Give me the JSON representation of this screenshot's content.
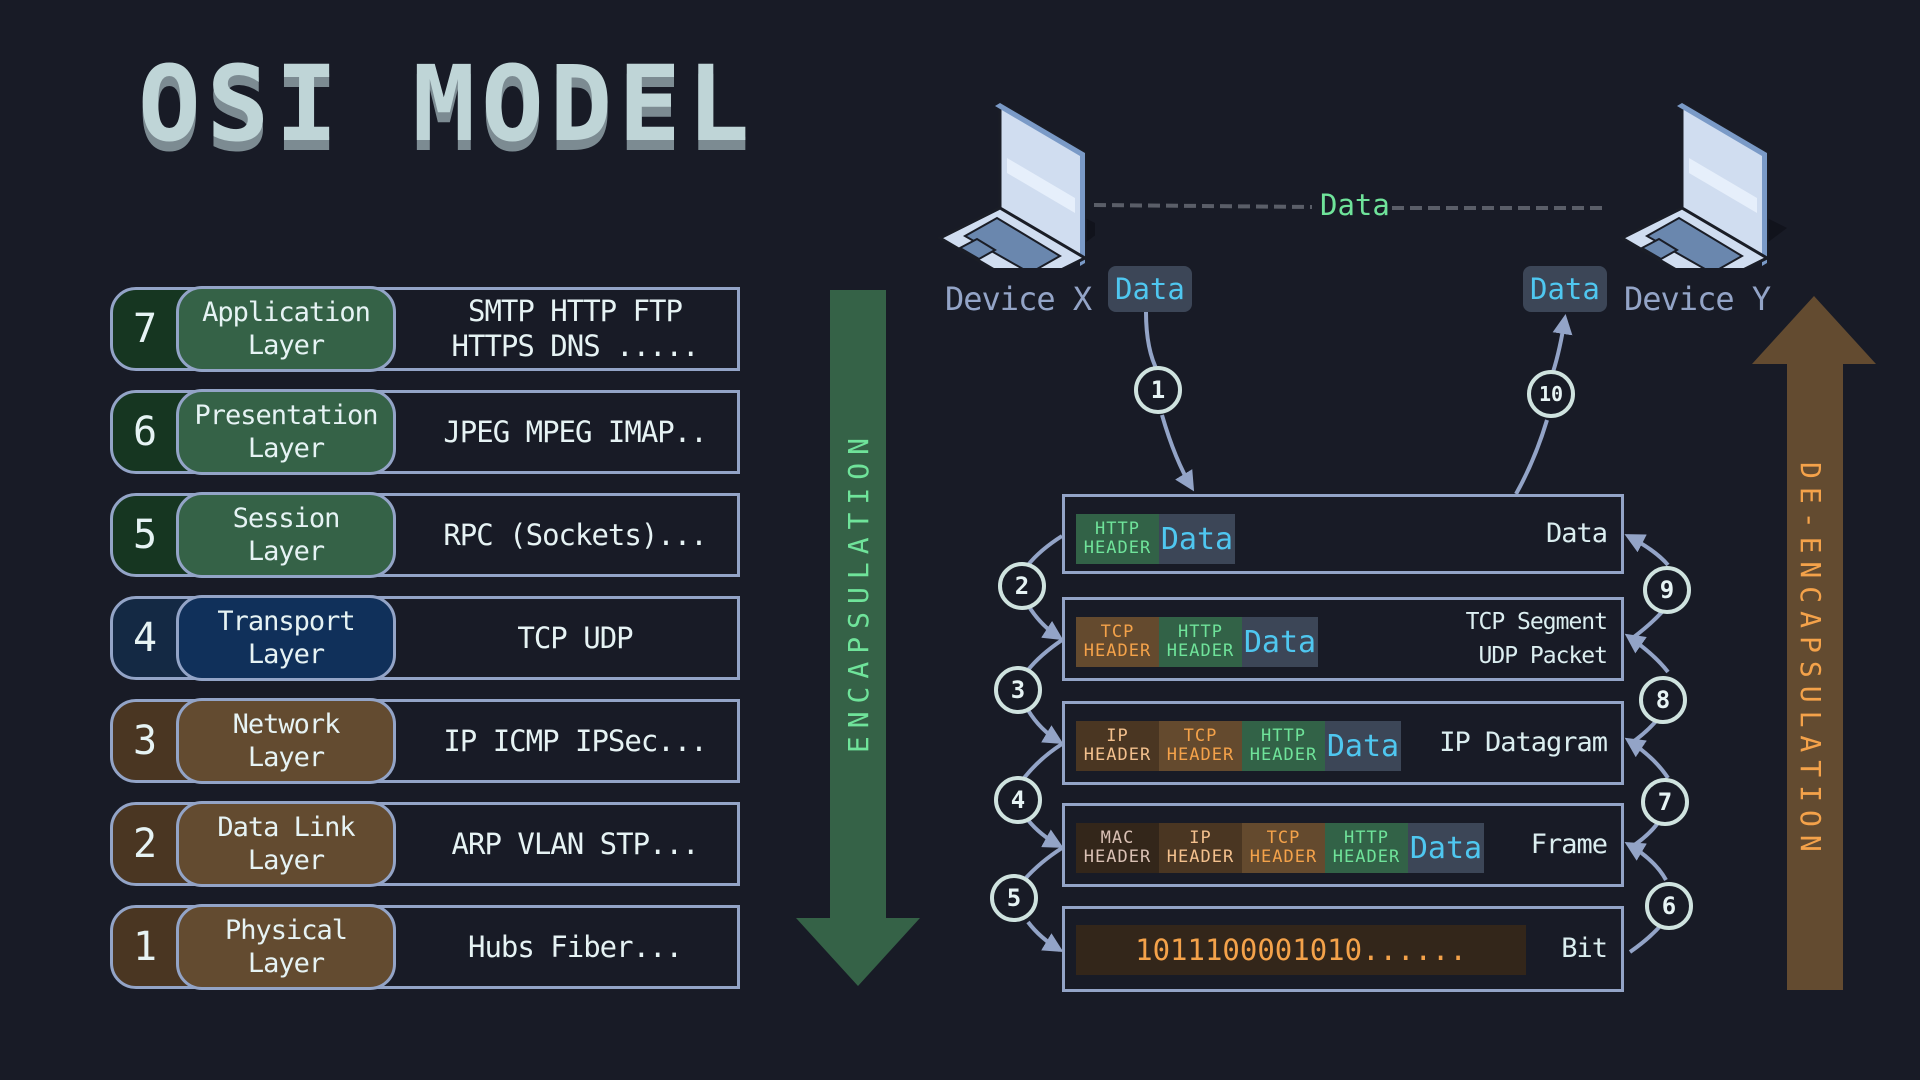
{
  "title": "OSI MODEL",
  "layers": [
    {
      "number": "7",
      "name_line1": "Application",
      "name_line2": "Layer",
      "protocols_line1": "SMTP HTTP FTP",
      "protocols_line2": "HTTPS DNS .....",
      "color_group": "green"
    },
    {
      "number": "6",
      "name_line1": "Presentation",
      "name_line2": "Layer",
      "protocols_line1": "JPEG MPEG IMAP..",
      "protocols_line2": "",
      "color_group": "green"
    },
    {
      "number": "5",
      "name_line1": "Session",
      "name_line2": "Layer",
      "protocols_line1": "RPC (Sockets)...",
      "protocols_line2": "",
      "color_group": "green"
    },
    {
      "number": "4",
      "name_line1": "Transport",
      "name_line2": "Layer",
      "protocols_line1": "TCP UDP",
      "protocols_line2": "",
      "color_group": "blue"
    },
    {
      "number": "3",
      "name_line1": "Network",
      "name_line2": "Layer",
      "protocols_line1": "IP ICMP IPSec...",
      "protocols_line2": "",
      "color_group": "brown"
    },
    {
      "number": "2",
      "name_line1": "Data Link",
      "name_line2": "Layer",
      "protocols_line1": "ARP VLAN STP...",
      "protocols_line2": "",
      "color_group": "brown"
    },
    {
      "number": "1",
      "name_line1": "Physical",
      "name_line2": "Layer",
      "protocols_line1": "Hubs Fiber...",
      "protocols_line2": "",
      "color_group": "brown"
    }
  ],
  "encapsulation_label": "ENCAPSULATION",
  "deencapsulation_label": "DE-ENCAPSULATION",
  "devices": {
    "x": {
      "label": "Device X",
      "data_chip": "Data"
    },
    "y": {
      "label": "Device Y",
      "data_chip": "Data"
    },
    "link_label": "Data"
  },
  "packets": [
    {
      "segments": [
        [
          "HTTP",
          "HEADER"
        ]
      ],
      "data": "Data",
      "pdu_line1": "Data",
      "pdu_line2": ""
    },
    {
      "segments": [
        [
          "TCP",
          "HEADER"
        ],
        [
          "HTTP",
          "HEADER"
        ]
      ],
      "data": "Data",
      "pdu_line1": "TCP Segment",
      "pdu_line2": "UDP Packet"
    },
    {
      "segments": [
        [
          "IP",
          "HEADER"
        ],
        [
          "TCP",
          "HEADER"
        ],
        [
          "HTTP",
          "HEADER"
        ]
      ],
      "data": "Data",
      "pdu_line1": "IP Datagram",
      "pdu_line2": ""
    },
    {
      "segments": [
        [
          "MAC",
          "HEADER"
        ],
        [
          "IP",
          "HEADER"
        ],
        [
          "TCP",
          "HEADER"
        ],
        [
          "HTTP",
          "HEADER"
        ]
      ],
      "data": "Data",
      "pdu_line1": "Frame",
      "pdu_line2": ""
    },
    {
      "bits": "1011100001010......",
      "pdu_line1": "Bit",
      "pdu_line2": ""
    }
  ],
  "steps": [
    "1",
    "2",
    "3",
    "4",
    "5",
    "6",
    "7",
    "8",
    "9",
    "10"
  ],
  "colors": {
    "background": "#181b26",
    "outline": "#93a4c7",
    "green_dark": "#163621",
    "green": "#356247",
    "blue_dark": "#142944",
    "blue": "#10305a",
    "brown_dark": "#4a3622",
    "brown": "#634b30",
    "http_text": "#6fe39a",
    "tcp_text": "#f4a24a",
    "data_text": "#4fc7f0"
  }
}
